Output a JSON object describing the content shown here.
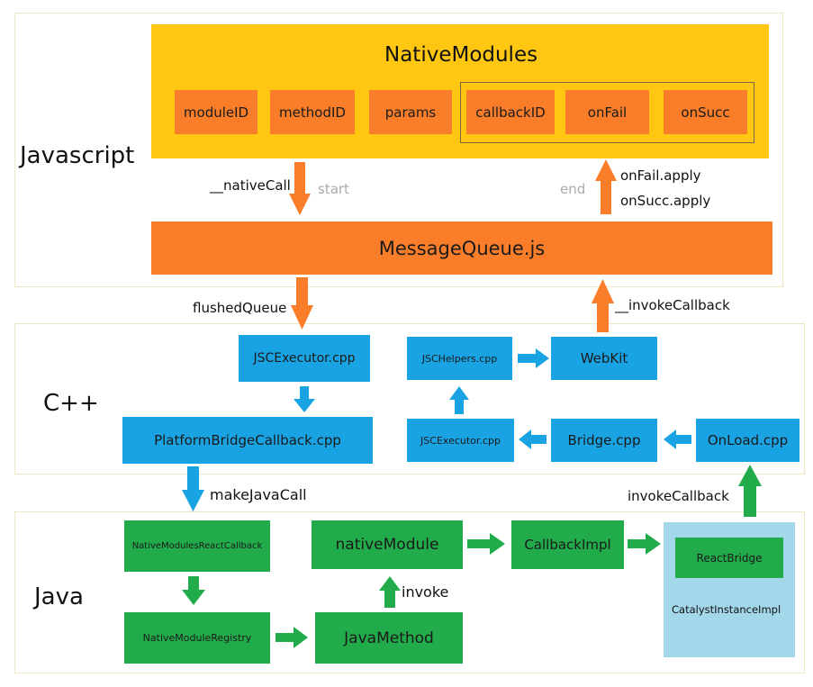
{
  "layers": {
    "javascript": "Javascript",
    "cpp": "C++",
    "java": "Java"
  },
  "js": {
    "native_modules": "NativeModules",
    "module_id": "moduleID",
    "method_id": "methodID",
    "params": "params",
    "callback_id": "callbackID",
    "on_fail": "onFail",
    "on_succ": "onSucc",
    "native_call": "__nativeCall",
    "start": "start",
    "end": "end",
    "on_fail_apply": "onFail.apply",
    "on_succ_apply": "onSucc.apply",
    "message_queue": "MessageQueue.js"
  },
  "cpp": {
    "flushed_queue": "flushedQueue",
    "invoke_callback": "__invokeCallback",
    "jsc_executor_top": "JSCExecutor.cpp",
    "jsc_helpers": "JSCHelpers.cpp",
    "webkit": "WebKit",
    "platform_bridge_callback": "PlatformBridgeCallback.cpp",
    "jsc_executor_bottom": "JSCExecutor.cpp",
    "bridge": "Bridge.cpp",
    "onload": "OnLoad.cpp",
    "make_java_call": "makeJavaCall",
    "invoke_callback_up": "invokeCallback"
  },
  "java": {
    "native_modules_react_callback": "NativeModulesReactCallback",
    "native_module": "nativeModule",
    "callback_impl": "CallbackImpl",
    "react_bridge": "ReactBridge",
    "catalyst_instance_impl": "CatalystInstanceImpl",
    "invoke": "invoke",
    "native_module_registry": "NativeModuleRegistry",
    "java_method": "JavaMethod"
  },
  "colors": {
    "orange": "#fa7e2a",
    "yellow": "#ffc712",
    "blue": "#19a3e3",
    "green": "#22ab4a",
    "light_blue": "#a3d8ea"
  }
}
